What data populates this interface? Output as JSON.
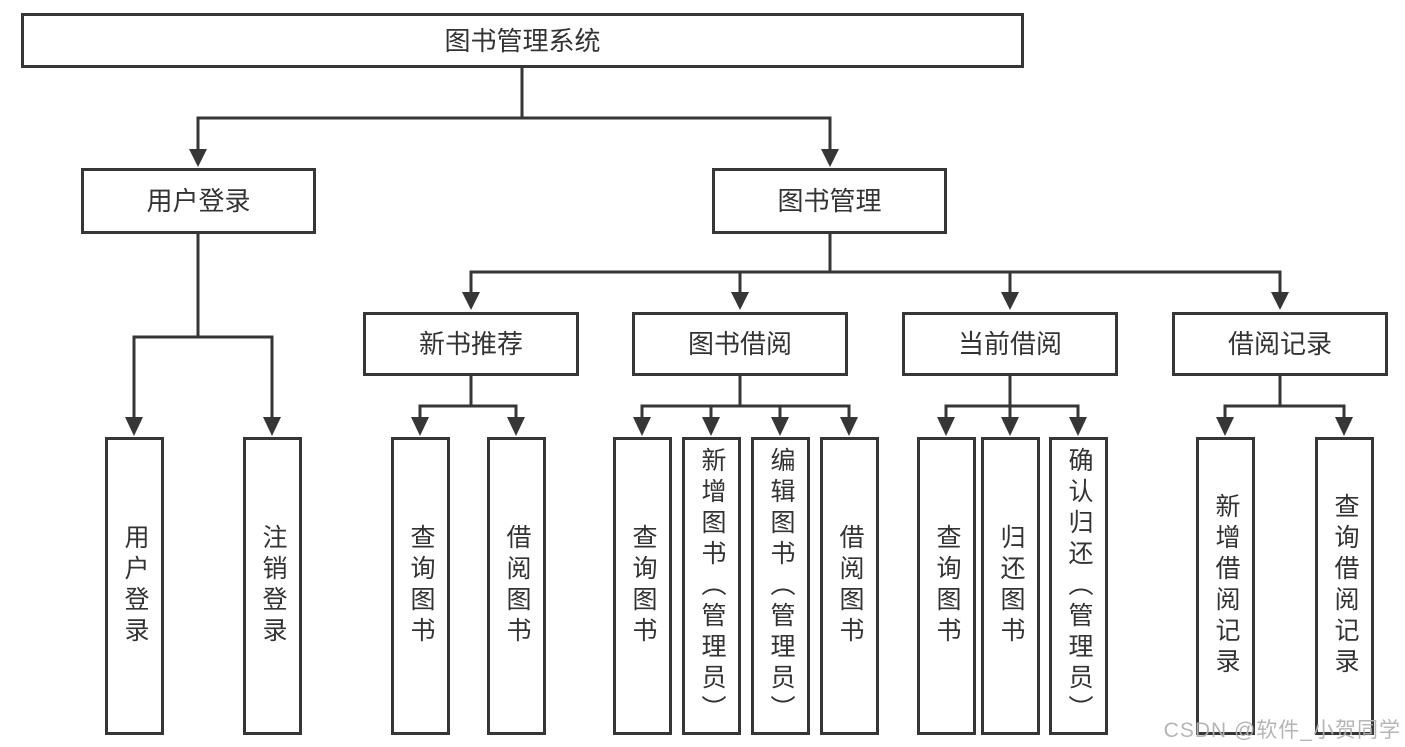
{
  "diagram": {
    "root": {
      "label": "图书管理系统"
    },
    "level2": [
      {
        "label": "用户登录"
      },
      {
        "label": "图书管理"
      }
    ],
    "level3": [
      {
        "label": "新书推荐"
      },
      {
        "label": "图书借阅"
      },
      {
        "label": "当前借阅"
      },
      {
        "label": "借阅记录"
      }
    ],
    "leaves": [
      {
        "label": "用户登录"
      },
      {
        "label": "注销登录"
      },
      {
        "label": "查询图书"
      },
      {
        "label": "借阅图书"
      },
      {
        "label": "查询图书"
      },
      {
        "label": "新增图书（管理员）"
      },
      {
        "label": "编辑图书（管理员）"
      },
      {
        "label": "借阅图书"
      },
      {
        "label": "查询图书"
      },
      {
        "label": "归还图书"
      },
      {
        "label": "确认归还（管理员）"
      },
      {
        "label": "新增借阅记录"
      },
      {
        "label": "查询借阅记录"
      }
    ]
  },
  "watermark": {
    "text": "CSDN @软件_小贺同学"
  },
  "colors": {
    "line": "#363636",
    "text": "#333333",
    "background": "#ffffff",
    "watermark": "#b2b2b2"
  }
}
